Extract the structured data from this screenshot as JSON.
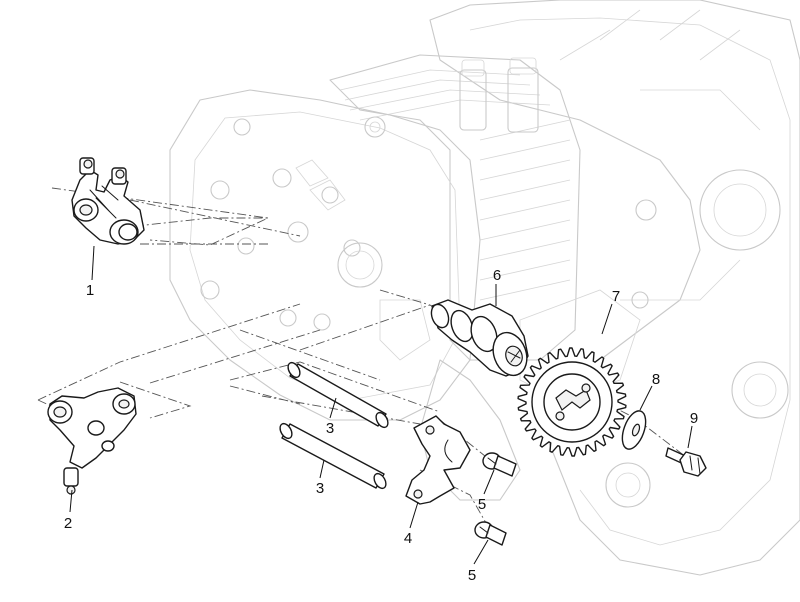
{
  "callouts": [
    {
      "id": "1",
      "label": "1",
      "part": "rocker-arm-upper"
    },
    {
      "id": "2",
      "label": "2",
      "part": "rocker-arm-lower"
    },
    {
      "id": "3a",
      "label": "3",
      "part": "rocker-shaft-upper"
    },
    {
      "id": "3b",
      "label": "3",
      "part": "rocker-shaft-lower"
    },
    {
      "id": "4",
      "label": "4",
      "part": "retaining-plate"
    },
    {
      "id": "5a",
      "label": "5",
      "part": "screw-upper"
    },
    {
      "id": "5b",
      "label": "5",
      "part": "screw-lower"
    },
    {
      "id": "6",
      "label": "6",
      "part": "camshaft"
    },
    {
      "id": "7",
      "label": "7",
      "part": "cam-sprocket"
    },
    {
      "id": "8",
      "label": "8",
      "part": "washer"
    },
    {
      "id": "9",
      "label": "9",
      "part": "bolt"
    }
  ],
  "colors": {
    "ghost": "#c9c9c9",
    "part": "#1a1a1a",
    "background": "#ffffff"
  }
}
